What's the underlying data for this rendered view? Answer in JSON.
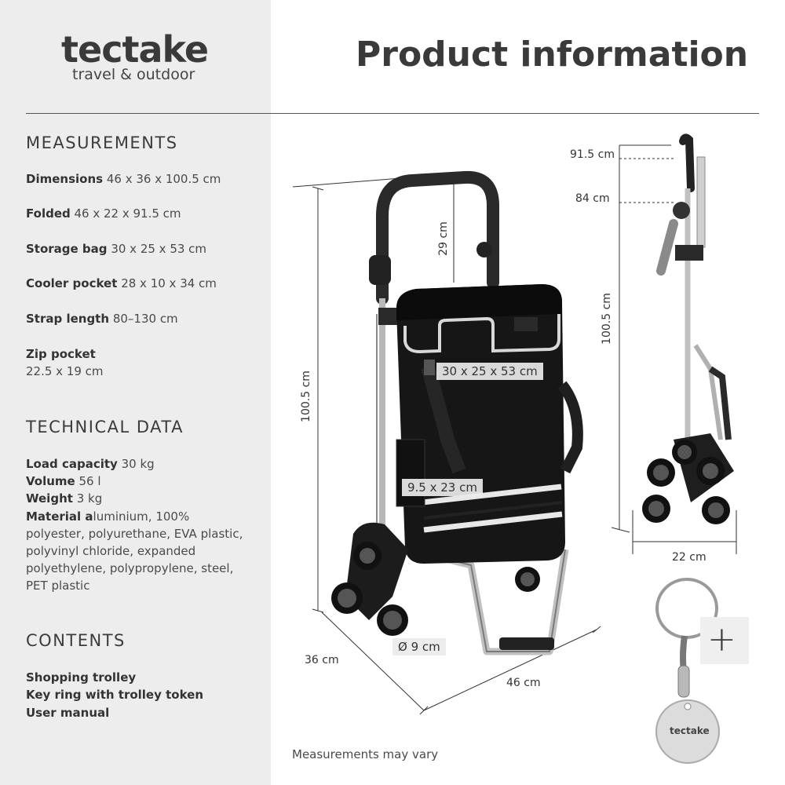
{
  "brand": {
    "name": "tectake",
    "tagline": "travel & outdoor"
  },
  "title": "Product information",
  "measurements": {
    "heading": "MEASUREMENTS",
    "items": [
      {
        "label": "Dimensions",
        "value": "46 x 36 x 100.5 cm"
      },
      {
        "label": "Folded",
        "value": "46 x 22 x 91.5 cm"
      },
      {
        "label": "Storage bag",
        "value": "30 x 25 x 53 cm"
      },
      {
        "label": "Cooler pocket",
        "value": "28 x 10 x 34 cm"
      },
      {
        "label": "Strap length",
        "value": "80–130 cm"
      },
      {
        "label": "Zip pocket",
        "value": "22.5 x 19 cm"
      }
    ]
  },
  "technical": {
    "heading": "TECHNICAL DATA",
    "items": [
      {
        "label": "Load capacity",
        "value": "30 kg"
      },
      {
        "label": "Volume",
        "value": "56 l"
      },
      {
        "label": "Weight",
        "value": "3 kg"
      },
      {
        "label": "Material a",
        "value": "luminium, 100% polyester, polyurethane, EVA plastic, polyvinyl chloride, expanded polyethylene, polypropylene, steel, PET plastic"
      }
    ]
  },
  "contents": {
    "heading": "CONTENTS",
    "items": [
      "Shopping trolley",
      "Key ring with trolley token",
      "User manual"
    ]
  },
  "diagram": {
    "handle_height": "29 cm",
    "total_height": "100.5 cm",
    "bag_size": "30 x 25 x 53 cm",
    "zip_pocket": "9.5 x 23 cm",
    "wheel_diameter": "Ø 9 cm",
    "depth": "36 cm",
    "width": "46 cm",
    "side_folded_height": "91.5 cm",
    "side_handle_height": "84 cm",
    "side_total_height": "100.5 cm",
    "side_depth": "22 cm",
    "token_brand": "tectake",
    "plus_symbol": "+"
  },
  "footnote": "Measurements may vary",
  "colors": {
    "sidebar": "#ededed",
    "text": "#333333",
    "bag": "#1a1a1a",
    "frame": "#b5b5b5"
  }
}
